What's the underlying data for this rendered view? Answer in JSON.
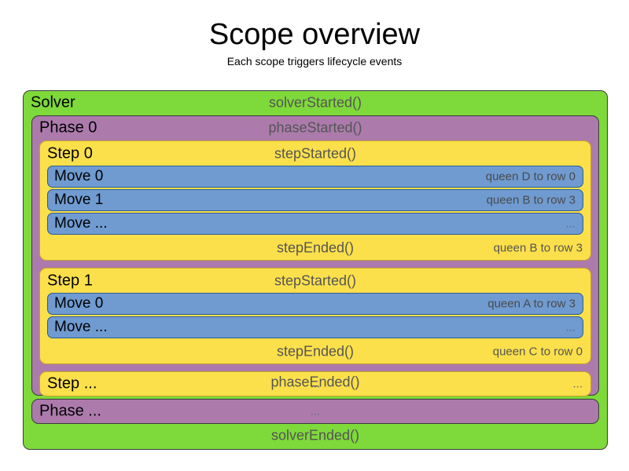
{
  "header": {
    "title": "Scope overview",
    "subtitle": "Each scope triggers lifecycle events"
  },
  "colors": {
    "solver": "#7ed93a",
    "phase": "#ac7bac",
    "step": "#fbe04b",
    "move": "#6f9bd1",
    "event_text": "#555555",
    "border": "#3b3b3b"
  },
  "solver": {
    "label": "Solver",
    "started_event": "solverStarted()",
    "ended_event": "solverEnded()"
  },
  "phases": [
    {
      "label": "Phase 0",
      "started_event": "phaseStarted()",
      "ended_event": "phaseEnded()",
      "steps": [
        {
          "label": "Step 0",
          "started_event": "stepStarted()",
          "ended_event": "stepEnded()",
          "ended_detail": "queen B to row 3",
          "moves": [
            {
              "label": "Move 0",
              "detail": "queen D to row 0"
            },
            {
              "label": "Move 1",
              "detail": "queen B to row 3"
            },
            {
              "label": "Move ...",
              "detail": "..."
            }
          ]
        },
        {
          "label": "Step 1",
          "started_event": "stepStarted()",
          "ended_event": "stepEnded()",
          "ended_detail": "queen C to row 0",
          "moves": [
            {
              "label": "Move 0",
              "detail": "queen A to row 3"
            },
            {
              "label": "Move ...",
              "detail": "..."
            }
          ]
        }
      ],
      "step_ellipsis": {
        "label": "Step ...",
        "center": "...",
        "right": "..."
      }
    }
  ],
  "phase_ellipsis": {
    "label": "Phase ...",
    "center": "..."
  }
}
